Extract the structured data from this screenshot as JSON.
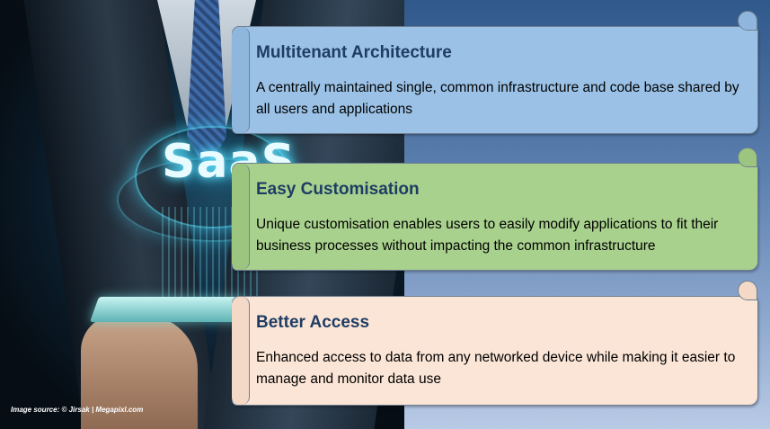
{
  "background_colors": {
    "top": "#30588a",
    "bottom": "#b9cae5"
  },
  "image": {
    "overlay_text": "SaaS",
    "source_credit": "Image source: © Jirsak | Megapixl.com"
  },
  "cards": [
    {
      "title": "Multitenant Architecture",
      "body": "A centrally maintained single, common infrastructure and code base shared by all users and applications",
      "color": "#9bc2e6"
    },
    {
      "title": "Easy Customisation",
      "body": "Unique customisation enables users to easily modify applications to fit their business processes without impacting the common infrastructure",
      "color": "#a9d18e"
    },
    {
      "title": "Better Access",
      "body": "Enhanced access to data from any networked device while making it easier to manage and monitor data use",
      "color": "#fbe5d6"
    }
  ]
}
